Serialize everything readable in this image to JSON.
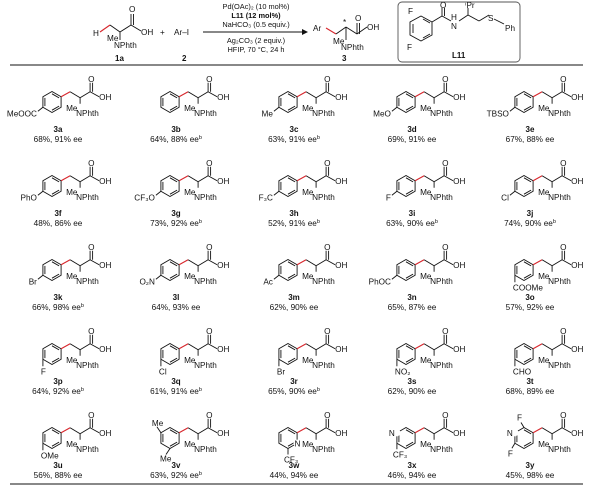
{
  "reaction": {
    "substrate_acid": "OH",
    "substrate_carbonyl": "O",
    "substrate_me": "Me",
    "substrate_nphth": "NPhth",
    "substrate_h": "H",
    "substrate_label": "1a",
    "plus": "+",
    "aryl_iodide": "Ar–I",
    "aryl_label": "2",
    "product_ar": "Ar",
    "product_star": "*",
    "product_label": "3",
    "conditions_above": [
      "Pd(OAc)₂ (10 mol%)",
      "L11 (12 mol%)",
      "NaHCO₃ (0.5 equiv.)"
    ],
    "conditions_below": [
      "Ag₂CO₃ (2 equiv.)",
      "HFIP, 70 °C, 24 h"
    ]
  },
  "ligand": {
    "label": "L11",
    "f1": "F",
    "f2": "F",
    "o": "O",
    "nh_h": "H",
    "nh_n": "N",
    "ipr": "ⁱPr",
    "s": "S",
    "ph": "Ph"
  },
  "common": {
    "o": "O",
    "oh": "OH",
    "me": "Me",
    "nphth": "NPhth"
  },
  "products": [
    {
      "id": "3a",
      "sub": "MeOOC",
      "pos": "para",
      "result": "68%, 91% ee",
      "note": ""
    },
    {
      "id": "3b",
      "sub": "",
      "pos": "none",
      "result": "64%, 88% ee",
      "note": "b"
    },
    {
      "id": "3c",
      "sub": "Me",
      "pos": "para",
      "result": "63%, 91% ee",
      "note": "b"
    },
    {
      "id": "3d",
      "sub": "MeO",
      "pos": "para",
      "result": "69%, 91% ee",
      "note": ""
    },
    {
      "id": "3e",
      "sub": "TBSO",
      "pos": "para",
      "result": "67%, 88% ee",
      "note": ""
    },
    {
      "id": "3f",
      "sub": "PhO",
      "pos": "para",
      "result": "48%, 86% ee",
      "note": ""
    },
    {
      "id": "3g",
      "sub": "CF₃O",
      "pos": "para",
      "result": "73%, 92% ee",
      "note": "b"
    },
    {
      "id": "3h",
      "sub": "F₃C",
      "pos": "para",
      "result": "52%, 91% ee",
      "note": "b"
    },
    {
      "id": "3i",
      "sub": "F",
      "pos": "para",
      "result": "63%, 90% ee",
      "note": "b"
    },
    {
      "id": "3j",
      "sub": "Cl",
      "pos": "para",
      "result": "74%, 90% ee",
      "note": "b"
    },
    {
      "id": "3k",
      "sub": "Br",
      "pos": "para",
      "result": "66%, 98% ee",
      "note": "b"
    },
    {
      "id": "3l",
      "sub": "O₂N",
      "pos": "para",
      "result": "64%, 93% ee",
      "note": ""
    },
    {
      "id": "3m",
      "sub": "Ac",
      "pos": "para",
      "result": "62%, 90% ee",
      "note": ""
    },
    {
      "id": "3n",
      "sub": "PhOC",
      "pos": "para",
      "result": "65%, 87% ee",
      "note": ""
    },
    {
      "id": "3o",
      "sub": "COOMe",
      "pos": "meta",
      "result": "57%, 92% ee",
      "note": ""
    },
    {
      "id": "3p",
      "sub": "F",
      "pos": "meta",
      "result": "64%, 92% ee",
      "note": "b"
    },
    {
      "id": "3q",
      "sub": "Cl",
      "pos": "meta",
      "result": "61%, 91% ee",
      "note": "b"
    },
    {
      "id": "3r",
      "sub": "Br",
      "pos": "meta",
      "result": "65%, 90% ee",
      "note": "b"
    },
    {
      "id": "3s",
      "sub": "NO₂",
      "pos": "meta",
      "result": "62%, 90% ee",
      "note": ""
    },
    {
      "id": "3t",
      "sub": "CHO",
      "pos": "meta",
      "result": "68%, 89% ee",
      "note": ""
    },
    {
      "id": "3u",
      "sub": "OMe",
      "pos": "meta",
      "result": "56%, 88% ee",
      "note": ""
    },
    {
      "id": "3v",
      "sub": "",
      "pos": "dimethyl",
      "result": "63%, 92% ee",
      "note": "b"
    },
    {
      "id": "3w",
      "sub": "CF₃",
      "pos": "pyridine2",
      "result": "44%, 94% ee",
      "note": ""
    },
    {
      "id": "3x",
      "sub": "CF₃",
      "pos": "pyridine4",
      "result": "46%, 94% ee",
      "note": ""
    },
    {
      "id": "3y",
      "sub": "F",
      "pos": "difluoropyridine",
      "result": "45%, 98% ee",
      "note": ""
    }
  ],
  "pyridine_n": "N",
  "dimethyl_me": "Me"
}
